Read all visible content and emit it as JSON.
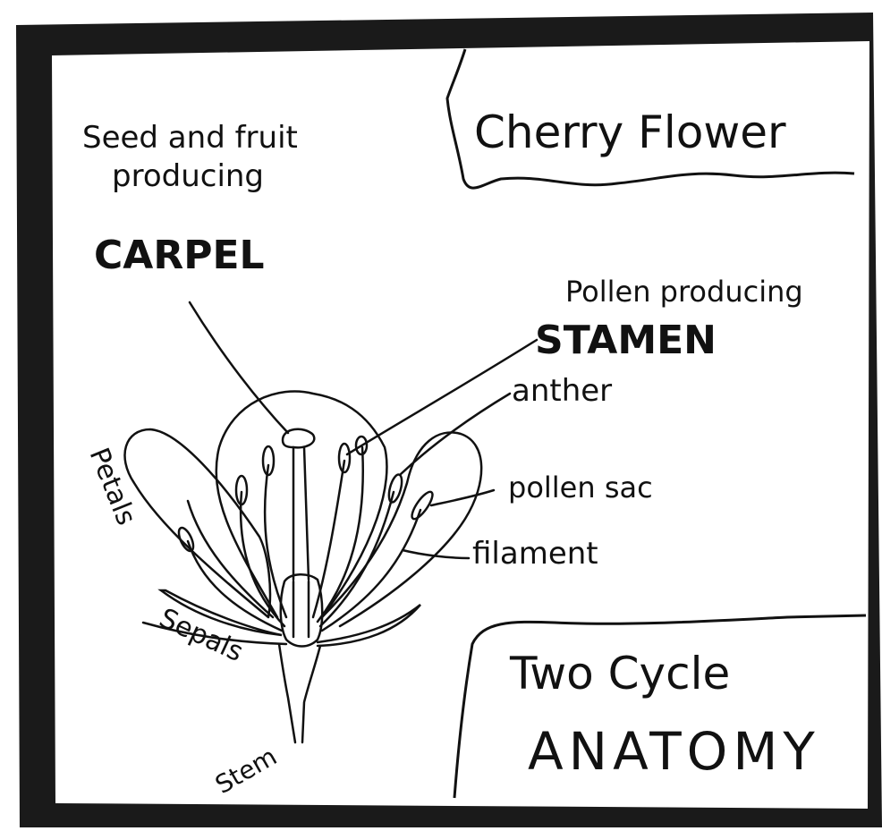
{
  "colors": {
    "ink": "#111111",
    "paper": "#ffffff",
    "frame": "#1a1a1a"
  },
  "title_box": {
    "text": "Cherry Flower"
  },
  "carpel": {
    "description_line1": "Seed and fruit",
    "description_line2": "producing",
    "name": "CARPEL"
  },
  "stamen": {
    "description": "Pollen producing",
    "name": "STAMEN"
  },
  "labels": {
    "anther": "anther",
    "pollen_sac": "pollen sac",
    "filament": "filament",
    "petals": "Petals",
    "sepals": "Sepals",
    "stem": "Stem"
  },
  "footer_box": {
    "line1": "Two Cycle",
    "line2": "ANATOMY"
  }
}
